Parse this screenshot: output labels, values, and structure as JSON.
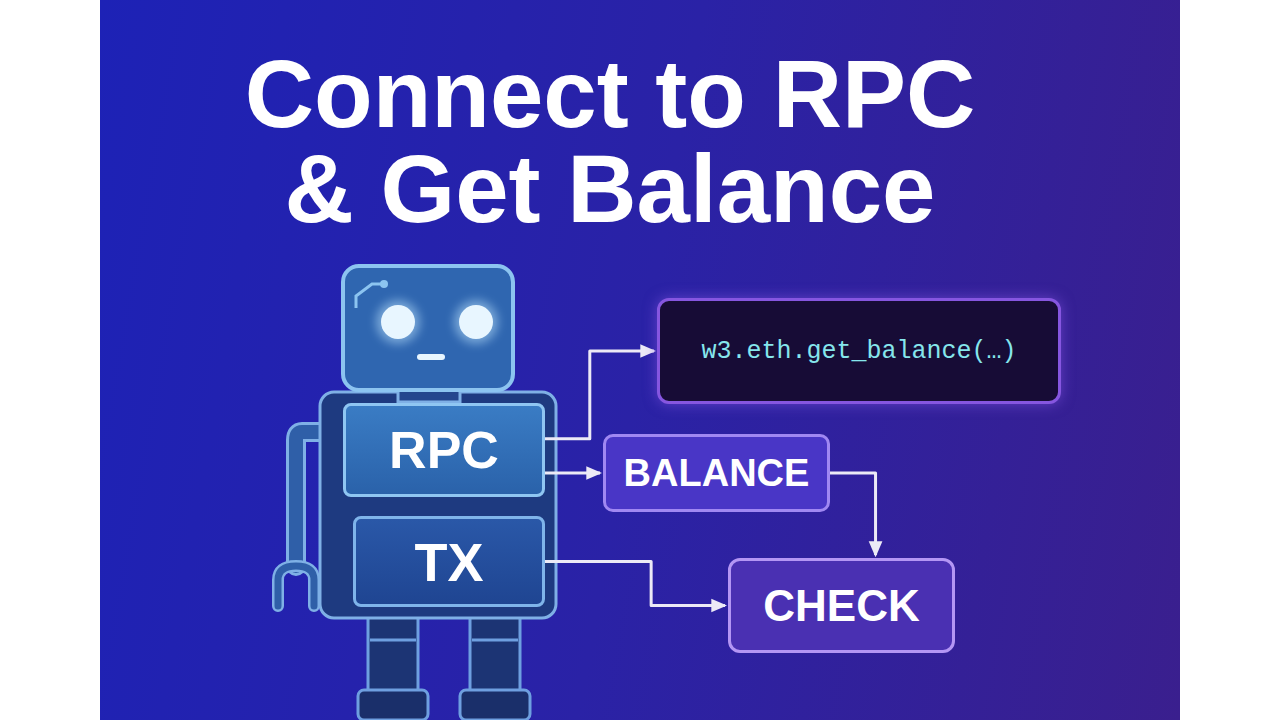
{
  "diagram": {
    "title": "Connect to RPC & Get Balance",
    "nodes": [
      {
        "text": [
          "w3.eth.get_balance(…)"
        ]
      },
      {
        "text": [
          "RPC"
        ]
      },
      {
        "text": [
          "BALANCE"
        ]
      },
      {
        "text": [
          "TX"
        ]
      },
      {
        "text": [
          "CHECK"
        ]
      }
    ],
    "edges": [
      {
        "from": 1,
        "to": 0,
        "arrow": "to"
      },
      {
        "from": 1,
        "to": 2,
        "arrow": "to"
      },
      {
        "from": 2,
        "to": 4,
        "arrow": "to"
      },
      {
        "from": 3,
        "to": 4,
        "arrow": "to"
      }
    ]
  }
}
